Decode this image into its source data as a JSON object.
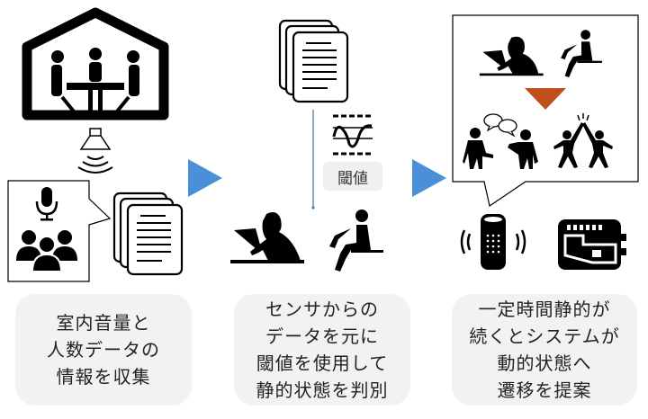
{
  "diagram": {
    "title": "Room state detection flow",
    "colors": {
      "arrow_blue": "#4a90d9",
      "arrow_orange": "#c0501a",
      "card_bg": "#f2f2f2",
      "connector_line": "#4a7fa8"
    },
    "steps": [
      {
        "id": "collect",
        "icons": [
          "house-meeting-icon",
          "ceiling-sensor-icon",
          "microphone-icon",
          "people-group-icon",
          "documents-icon"
        ],
        "description": "室内音量と\n人数データの\n情報を収集"
      },
      {
        "id": "judge",
        "icons": [
          "documents-icon",
          "threshold-wave-icon",
          "person-laptop-icon",
          "person-sitting-icon"
        ],
        "threshold_label": "閾値",
        "description": "センサからの\nデータを元に\n閾値を使用して\n静的状態を判別"
      },
      {
        "id": "suggest",
        "icons": [
          "person-laptop-icon",
          "person-sitting-icon",
          "conversation-icon",
          "high-five-icon",
          "smart-speaker-icon",
          "circuit-board-icon"
        ],
        "description": "一定時間静的が\n続くとシステムが\n動的状態へ\n遷移を提案"
      }
    ]
  }
}
